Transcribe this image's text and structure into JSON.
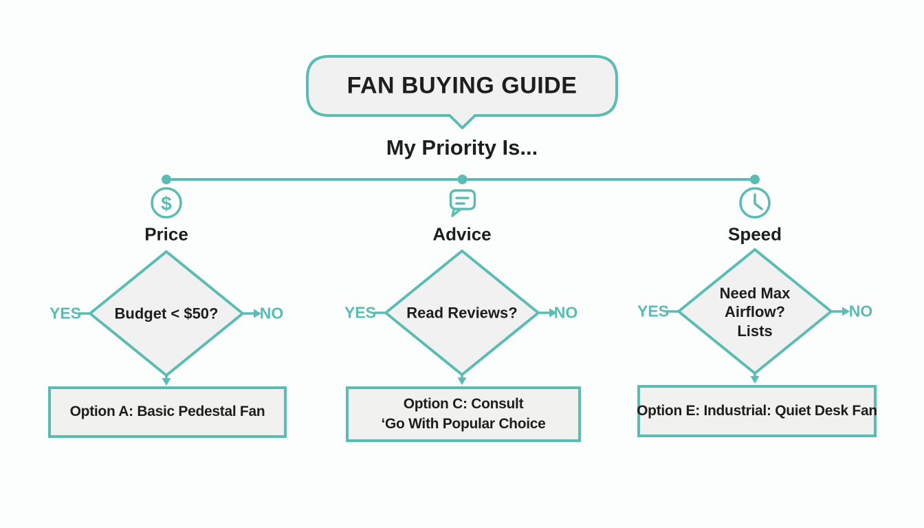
{
  "title": "FAN BUYING GUIDE",
  "subtitle": "My Priority Is...",
  "colors": {
    "accent": "#5abcb2",
    "shape_fill": "#f0f1f0",
    "box_fill": "#f1f1f0",
    "text": "#1e1e1e",
    "background": "#fcfdfd"
  },
  "branches": [
    {
      "label": "Price",
      "icon": "dollar-circle-icon",
      "question_lines": [
        "Budget < $50?"
      ],
      "yes": "YES",
      "no": "NO",
      "result_lines": [
        "Option A: Basic Pedestal Fan"
      ]
    },
    {
      "label": "Advice",
      "icon": "chat-bubble-icon",
      "question_lines": [
        "Read Reviews?"
      ],
      "yes": "YES",
      "no": "NO",
      "result_lines": [
        "Option C: Consult",
        "ʻGo With Popular Choice"
      ]
    },
    {
      "label": "Speed",
      "icon": "clock-icon",
      "question_lines": [
        "Need Max",
        "Airflow?",
        "Lists"
      ],
      "yes": "YES",
      "no": "NO",
      "result_lines": [
        "Option E: Industrial: Quiet Desk Fan"
      ]
    }
  ]
}
